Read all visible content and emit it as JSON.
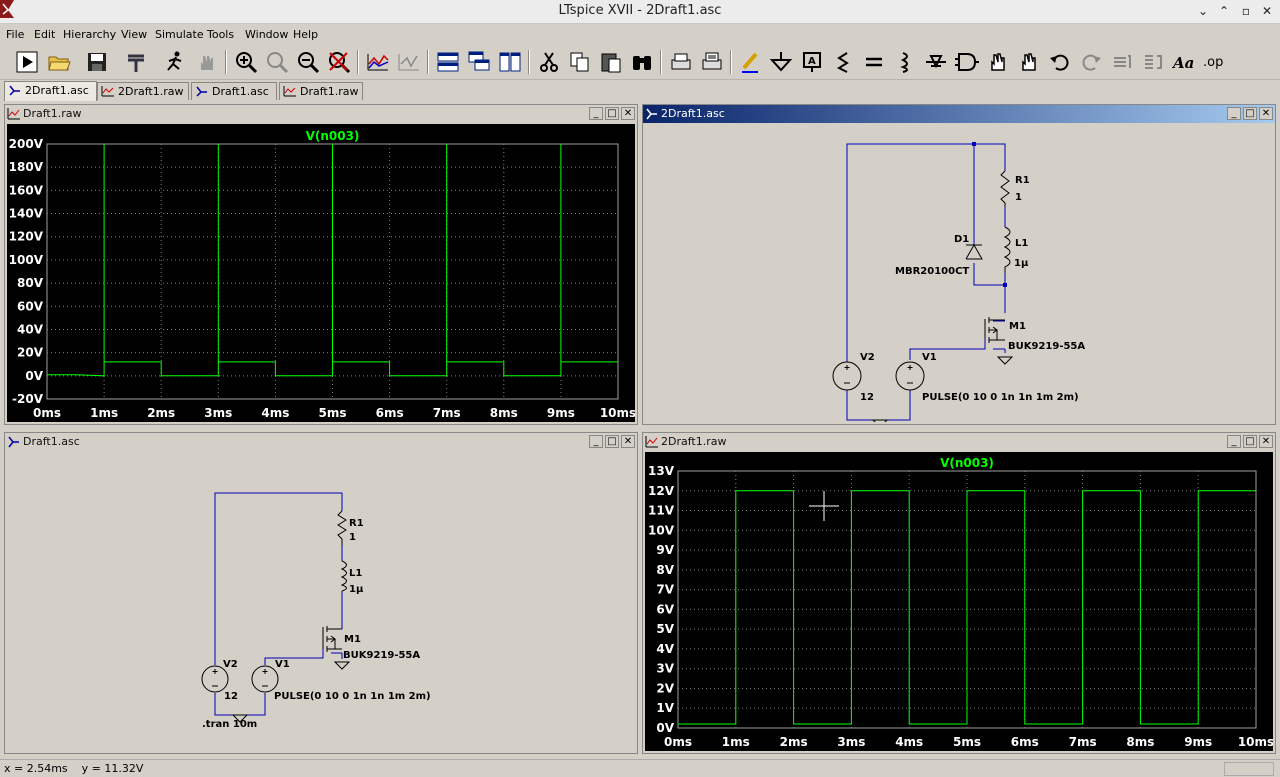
{
  "window": {
    "title": "LTspice XVII - 2Draft1.asc"
  },
  "menu": [
    "File",
    "Edit",
    "Hierarchy",
    "View",
    "Simulate",
    "Tools",
    "Window",
    "Help"
  ],
  "toolbar_icons": [
    "run-icon",
    "open-icon",
    "save-icon",
    "control-panel-icon",
    "halt-icon",
    "hand-stop-icon",
    "zoom-in-icon",
    "zoom-full-icon",
    "zoom-out-icon",
    "zoom-cancel-icon",
    "autorange-icon",
    "pick-visible-traces-icon",
    "tile-horizontal-icon",
    "cascade-icon",
    "tile-vertical-icon",
    "cut-icon",
    "copy-icon",
    "paste-icon",
    "find-icon",
    "print-icon",
    "print-setup-icon",
    "draw-wire-icon",
    "ground-icon",
    "label-net-icon",
    "resistor-icon",
    "capacitor-icon",
    "inductor-icon",
    "diode-icon",
    "component-icon",
    "move-icon",
    "drag-icon",
    "undo-icon",
    "redo-icon",
    "rotate-icon",
    "mirror-icon",
    "text-icon",
    "spice-directive-icon"
  ],
  "tabs": [
    {
      "label": "2Draft1.asc",
      "icon": "schematic-icon",
      "active": true
    },
    {
      "label": "2Draft1.raw",
      "icon": "waveform-icon",
      "active": false
    },
    {
      "label": "Draft1.asc",
      "icon": "schematic-icon",
      "active": false
    },
    {
      "label": "Draft1.raw",
      "icon": "waveform-icon",
      "active": false
    }
  ],
  "windows": {
    "draft1_raw": {
      "title": "Draft1.raw",
      "chart_data": {
        "type": "line",
        "title": "V(n003)",
        "xlabel": "",
        "ylabel": "",
        "x_ticks": [
          "0ms",
          "1ms",
          "2ms",
          "3ms",
          "4ms",
          "5ms",
          "6ms",
          "7ms",
          "8ms",
          "9ms",
          "10ms"
        ],
        "y_ticks": [
          "200V",
          "180V",
          "160V",
          "140V",
          "120V",
          "100V",
          "80V",
          "60V",
          "40V",
          "20V",
          "0V",
          "-20V"
        ],
        "xlim": [
          0,
          10
        ],
        "ylim": [
          -20,
          200
        ],
        "x_unit": "ms",
        "y_unit": "V",
        "grid": true,
        "series": [
          {
            "name": "V(n003)",
            "color": "#00ff00",
            "x": [
              0,
              0.5,
              1.0,
              1.0,
              1.0,
              1.0,
              2.0,
              2.0,
              3.0,
              3.0,
              3.0,
              3.0,
              4.0,
              4.0,
              5.0,
              5.0,
              5.0,
              5.0,
              6.0,
              6.0,
              7.0,
              7.0,
              7.0,
              7.0,
              8.0,
              8.0,
              9.0,
              9.0,
              9.0,
              9.0,
              10.0
            ],
            "y": [
              1,
              1,
              0,
              200,
              200,
              12,
              12,
              0,
              0,
              200,
              200,
              12,
              12,
              0,
              0,
              200,
              200,
              12,
              12,
              0,
              0,
              200,
              200,
              12,
              12,
              0,
              0,
              200,
              200,
              12,
              12
            ]
          }
        ]
      }
    },
    "twodraft1_asc": {
      "title": "2Draft1.asc",
      "labels": {
        "r1_name": "R1",
        "r1_value": "1",
        "d1_name": "D1",
        "d1_model": "MBR20100CT",
        "l1_name": "L1",
        "l1_value": "1µ",
        "m1_name": "M1",
        "m1_model": "BUK9219-55A",
        "v2_name": "V2",
        "v2_value": "12",
        "v1_name": "V1",
        "v1_value": "PULSE(0 10 0 1n 1n 1m 2m)"
      }
    },
    "draft1_asc": {
      "title": "Draft1.asc",
      "labels": {
        "r1_name": "R1",
        "r1_value": "1",
        "l1_name": "L1",
        "l1_value": "1µ",
        "m1_name": "M1",
        "m1_model": "BUK9219-55A",
        "v2_name": "V2",
        "v2_value": "12",
        "v1_name": "V1",
        "v1_value": "PULSE(0 10 0 1n 1n 1m 2m)",
        "directive": ".tran 10m"
      }
    },
    "twodraft1_raw": {
      "title": "2Draft1.raw",
      "chart_data": {
        "type": "line",
        "title": "V(n003)",
        "xlabel": "",
        "ylabel": "",
        "x_ticks": [
          "0ms",
          "1ms",
          "2ms",
          "3ms",
          "4ms",
          "5ms",
          "6ms",
          "7ms",
          "8ms",
          "9ms",
          "10ms"
        ],
        "y_ticks": [
          "13V",
          "12V",
          "11V",
          "10V",
          "9V",
          "8V",
          "7V",
          "6V",
          "5V",
          "4V",
          "3V",
          "2V",
          "1V",
          "0V"
        ],
        "xlim": [
          0,
          10
        ],
        "ylim": [
          0,
          13
        ],
        "x_unit": "ms",
        "y_unit": "V",
        "grid": true,
        "series": [
          {
            "name": "V(n003)",
            "color": "#00ff00",
            "x": [
              0,
              1.0,
              1.0,
              2.0,
              2.0,
              3.0,
              3.0,
              4.0,
              4.0,
              5.0,
              5.0,
              6.0,
              6.0,
              7.0,
              7.0,
              8.0,
              8.0,
              9.0,
              9.0,
              10.0
            ],
            "y": [
              0.2,
              0.2,
              12,
              12,
              0.2,
              0.2,
              12,
              12,
              0.2,
              0.2,
              12,
              12,
              0.2,
              0.2,
              12,
              12,
              0.2,
              0.2,
              12,
              12
            ]
          }
        ]
      }
    }
  },
  "status": {
    "text": "x = 2.54ms    y = 11.32V"
  }
}
